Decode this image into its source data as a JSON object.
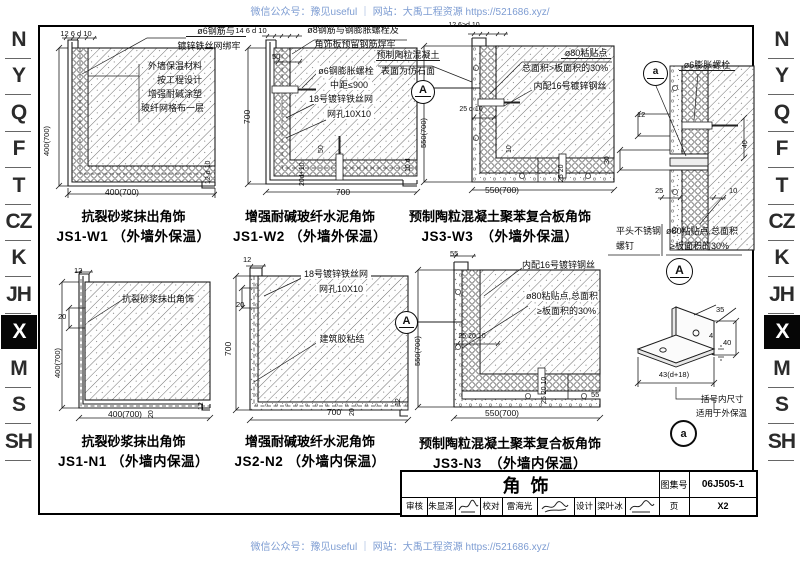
{
  "watermark": {
    "text": "微信公众号：豫见useful ｜ 网站：大禹工程资源 https://521686.xyz/"
  },
  "sidebar": {
    "tabs": [
      "N",
      "Y",
      "Q",
      "F",
      "T",
      "CZ",
      "K",
      "JH",
      "X",
      "M",
      "S",
      "SH"
    ],
    "active_tab": "X"
  },
  "panels": {
    "js1w1": {
      "caption1": "抗裂砂浆抹出角饰",
      "caption2": "JS1-W1 （外墙外保温）",
      "dim_top": "12 6 d 10",
      "dim_left": "400(700)",
      "dim_bottom": "400(700)",
      "dim_step": "12 d 10",
      "label_mesh1": "ø6钢筋与",
      "label_mesh2": "镀锌铁丝网绑牢",
      "label_ins1": "外墙保温材料",
      "label_ins2": "按工程设计",
      "label_ins3": "增强耐碱涂塑",
      "label_ins4": "玻纤网格布一层"
    },
    "js1w2": {
      "caption1": "增强耐碱玻纤水泥角饰",
      "caption2": "JS1-W2 （外墙外保温）",
      "dim_top": "14 6 d 10",
      "dim_left": "700",
      "dim_bottom": "700",
      "dim_50": "50",
      "dim_v50": "50",
      "dim_v20": "20d+10",
      "dim_step": "10 d",
      "label_a1": "ø8钢筋与钢膨胀螺栓及",
      "label_a2": "角饰板预留钢筋焊牢",
      "label_b1": "ø6钢膨胀螺栓",
      "label_b2": "中距≤900",
      "label_c1": "18号镀锌铁丝网",
      "label_c2": "网孔10X10"
    },
    "js3w3": {
      "caption1": "预制陶粒混凝土聚苯复合板角饰",
      "caption2": "JS3-W3　（外墙外保温）",
      "dim_top": "12 6>d 10",
      "dim_left": "550(700)",
      "dim_bottom": "550(700)",
      "dim_mid": "25 d 10",
      "dim_v10": "10",
      "dim_v2520": "25 20",
      "marker": "A",
      "label_p1": "预制陶粒混凝土",
      "label_p2": "表面为仿石面",
      "label_q1": "ø80粘贴点",
      "label_q2": "总面积>板面积的30%",
      "label_r1": "内配16号镀锌钢丝"
    },
    "detail_a": {
      "marker_top": "a",
      "marker_bottom": "A",
      "label_bolt": "ø6膨胀螺栓",
      "dim_12": "12",
      "dim_30": "30",
      "dim_25": "25",
      "dim_10": "10",
      "dim_40": "40",
      "label_s1": "平头不锈钢",
      "label_s2": "螺钉",
      "label_t1": "ø80粘贴点,总面积",
      "label_t2": "≥板面积的30%"
    },
    "js1n1": {
      "caption1": "抗裂砂浆抹出角饰",
      "caption2": "JS1-N1 （外墙内保温）",
      "dim_top": "12",
      "dim_20": "20",
      "dim_left": "400(700)",
      "dim_bottom": "400(700)",
      "dim_b20": "20",
      "dim_r12": "12",
      "label_corner": "抗裂砂浆抹出角饰"
    },
    "js2n2": {
      "caption1": "增强耐碱玻纤水泥角饰",
      "caption2": "JS2-N2 （外墙内保温）",
      "dim_top": "12",
      "dim_20": "20",
      "dim_left": "700",
      "dim_bottom": "700",
      "dim_b20": "20",
      "dim_r12": "12",
      "label_c1": "18号镀锌铁丝网",
      "label_c2": "网孔10X10",
      "label_glue": "建筑胶粘结"
    },
    "js3n3": {
      "caption1": "预制陶粒混凝土聚苯复合板角饰",
      "caption2": "JS3-N3　（外墙内保温）",
      "dim_top": "55",
      "dim_left": "550(700)",
      "dim_bottom": "550(700)",
      "dim_mid": "25 20 10",
      "dim_vmid": "25 20 10",
      "dim_r55": "55",
      "marker": "A",
      "label_w1": "内配16号镀锌钢丝",
      "label_w2": "ø80粘贴点,总面积",
      "label_w3": "≥板面积的30%"
    },
    "bracket": {
      "dim_35": "35",
      "dim_4": "4",
      "dim_40": "40",
      "dim_43": "43(d+18)",
      "note1": "括号内尺寸",
      "note2": "适用于外保温",
      "marker": "a"
    }
  },
  "titleblock": {
    "title": "角饰",
    "atlas_label": "图集号",
    "atlas_no": "06J505-1",
    "review_label": "审核",
    "review_name": "朱显泽",
    "check_label": "校对",
    "check_name": "雷海光",
    "design_label": "设计",
    "design_name": "梁叶冰",
    "page_label": "页",
    "page_no": "X2"
  }
}
